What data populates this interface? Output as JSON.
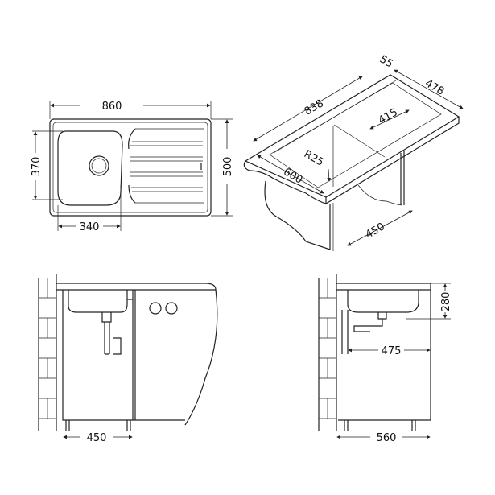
{
  "plan_view": {
    "width": "860",
    "depth": "500",
    "bowl_depth": "370",
    "bowl_width": "340"
  },
  "iso_view": {
    "length": "838",
    "front_edge": "55",
    "depth": "478",
    "bowl_cut": "415",
    "radius": "R25",
    "cut_depth": "600",
    "cabinet": "450"
  },
  "side_view_left": {
    "cabinet_width": "450"
  },
  "side_view_right": {
    "cabinet_depth": "560",
    "height": "280",
    "waste_offset": "475"
  }
}
